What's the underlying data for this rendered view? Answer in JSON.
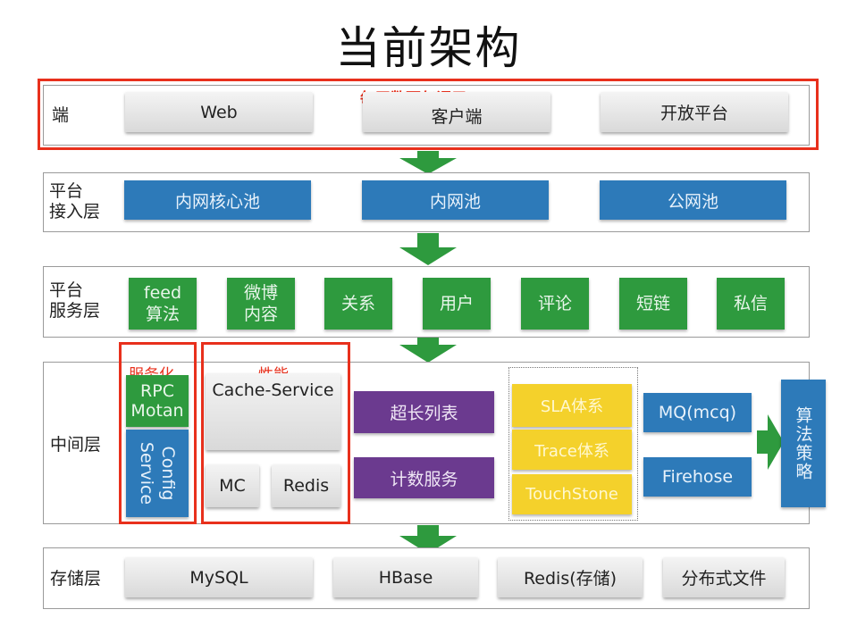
{
  "title": "当前架构",
  "colors": {
    "accent_red": "#e8301c",
    "green": "#2e9a3e",
    "blue": "#2d7ab9",
    "purple": "#6b3a8f",
    "yellow": "#f4d12b"
  },
  "client_layer": {
    "label": "端",
    "annotation": "每天数百亿调用",
    "items": [
      "Web",
      "客户端",
      "开放平台"
    ]
  },
  "access_layer": {
    "label_line1": "平台",
    "label_line2": "接入层",
    "items": [
      "内网核心池",
      "内网池",
      "公网池"
    ]
  },
  "service_layer": {
    "label_line1": "平台",
    "label_line2": "服务层",
    "items": [
      {
        "line1": "feed",
        "line2": "算法"
      },
      {
        "line1": "微博",
        "line2": "内容"
      },
      {
        "line1": "关系",
        "line2": ""
      },
      {
        "line1": "用户",
        "line2": ""
      },
      {
        "line1": "评论",
        "line2": ""
      },
      {
        "line1": "短链",
        "line2": ""
      },
      {
        "line1": "私信",
        "line2": ""
      }
    ]
  },
  "middle_layer": {
    "label": "中间层",
    "servicization": {
      "annotation": "服务化",
      "rpc_line1": "RPC",
      "rpc_line2": "Motan",
      "config_line1": "Config",
      "config_line2": "Service"
    },
    "performance": {
      "annotation": "性能",
      "cache_service": "Cache-Service",
      "mc": "MC",
      "redis": "Redis"
    },
    "purple_items": [
      "超长列表",
      "计数服务"
    ],
    "yellow_items": [
      "SLA体系",
      "Trace体系",
      "TouchStone"
    ],
    "queue_items": [
      "MQ(mcq)",
      "Firehose"
    ],
    "strategy": "算法策略"
  },
  "storage_layer": {
    "label": "存储层",
    "items": [
      "MySQL",
      "HBase",
      "Redis(存储)",
      "分布式文件"
    ]
  }
}
